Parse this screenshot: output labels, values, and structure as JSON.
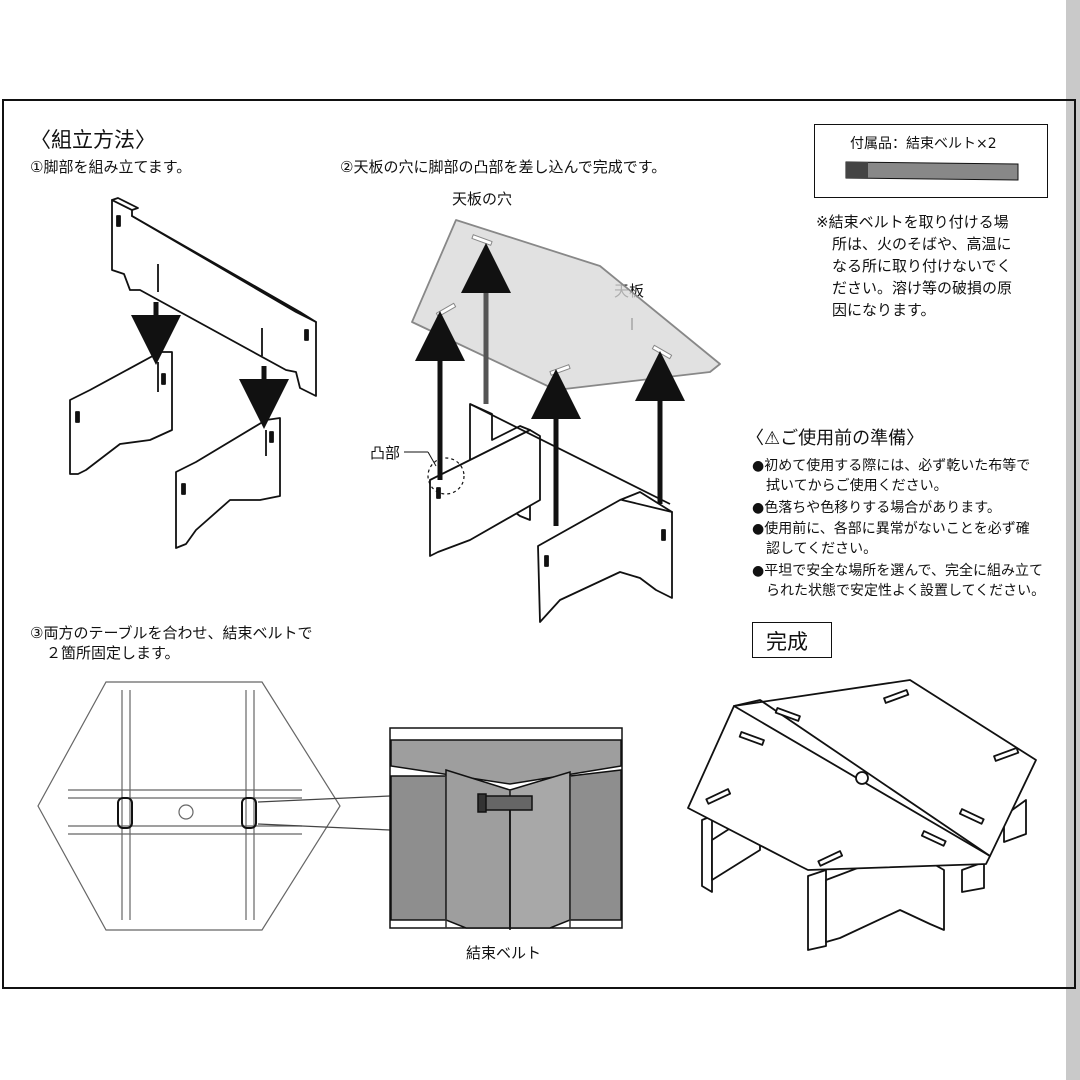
{
  "assembly": {
    "heading": "〈組立方法〉",
    "step1": "①脚部を組み立てます。",
    "step2": "②天板の穴に脚部の凸部を差し込んで完成です。",
    "step3_line1": "③両方のテーブルを合わせ、結束ベルトで",
    "step3_line2": "２箇所固定します。",
    "label_top_hole": "天板の穴",
    "label_top": "天板",
    "label_tab": "凸部",
    "label_belt": "結束ベルト"
  },
  "accessory": {
    "title": "付属品：結束ベルト×2",
    "note_lines": [
      "※結束ベルトを取り付ける場",
      "所は、火のそばや、高温に",
      "なる所に取り付けないでく",
      "ださい。溶け等の破損の原",
      "因になります。"
    ]
  },
  "preparation": {
    "heading": "〈⚠ご使用前の準備〉",
    "lines": [
      "●初めて使用する際には、必ず乾いた布等で",
      "拭いてからご使用ください。",
      "●色落ちや色移りする場合があります。",
      "●使用前に、各部に異常がないことを必ず確",
      "認してください。",
      "●平坦で安全な場所を選んで、完全に組み立て",
      "られた状態で安定性よく設置してください。"
    ]
  },
  "complete": {
    "label": "完成"
  },
  "colors": {
    "line": "#111111",
    "panel_fill": "#ffffff",
    "top_glass": "#d9d9d9",
    "closeup_gray": "#9e9e9e",
    "belt_dark": "#555555",
    "scrollbar": "#c9c9c9"
  }
}
